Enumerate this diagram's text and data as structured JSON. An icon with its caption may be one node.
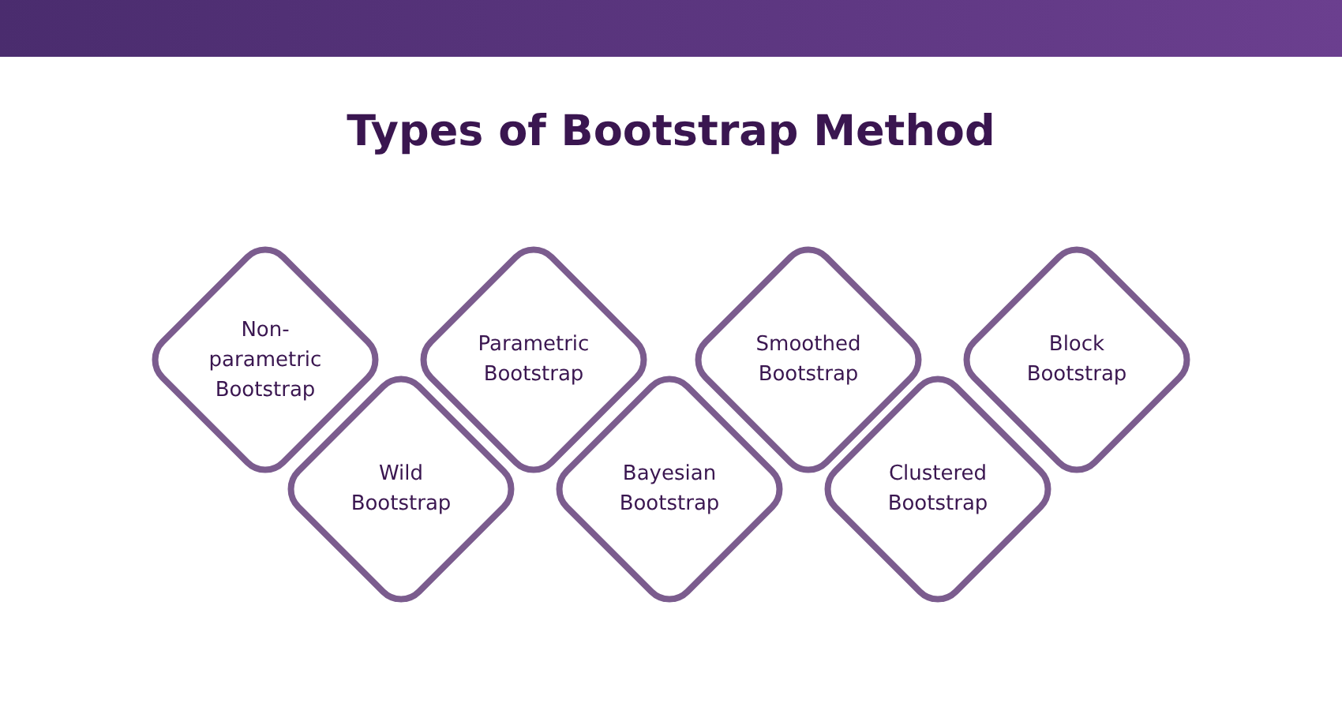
{
  "diagram": {
    "title": "Types of Bootstrap Method",
    "nodes": [
      {
        "text": [
          "Non-parametric Bootstrap"
        ]
      },
      {
        "text": [
          "Wild Bootstrap"
        ]
      },
      {
        "text": [
          "Parametric Bootstrap"
        ]
      },
      {
        "text": [
          "Bayesian Bootstrap"
        ]
      },
      {
        "text": [
          "Smoothed Bootstrap"
        ]
      },
      {
        "text": [
          "Clustered Bootstrap"
        ]
      },
      {
        "text": [
          "Block Bootstrap"
        ]
      }
    ],
    "edges": []
  }
}
